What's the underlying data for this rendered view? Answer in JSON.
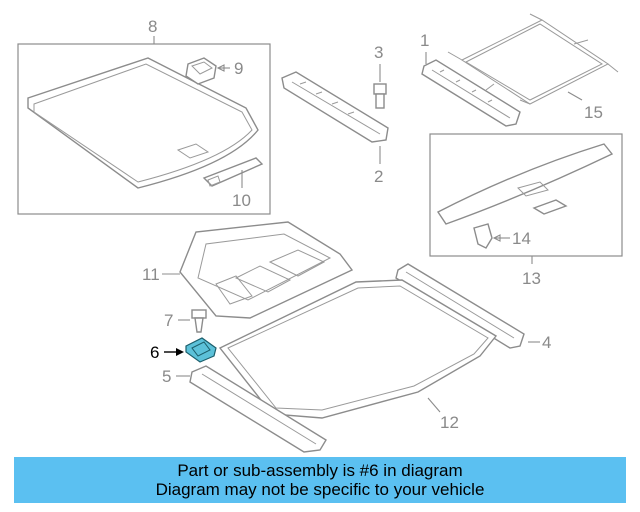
{
  "callouts": {
    "c1": "1",
    "c2": "2",
    "c3": "3",
    "c4": "4",
    "c5": "5",
    "c6": "6",
    "c7": "7",
    "c8": "8",
    "c9": "9",
    "c10": "10",
    "c11": "11",
    "c12": "12",
    "c13": "13",
    "c14": "14",
    "c15": "15"
  },
  "highlight_color": "#5cc1d9",
  "banner": {
    "line1": "Part or sub-assembly is #6 in diagram",
    "line2": "Diagram may not be specific to your vehicle",
    "color": "#5bc0f1"
  }
}
